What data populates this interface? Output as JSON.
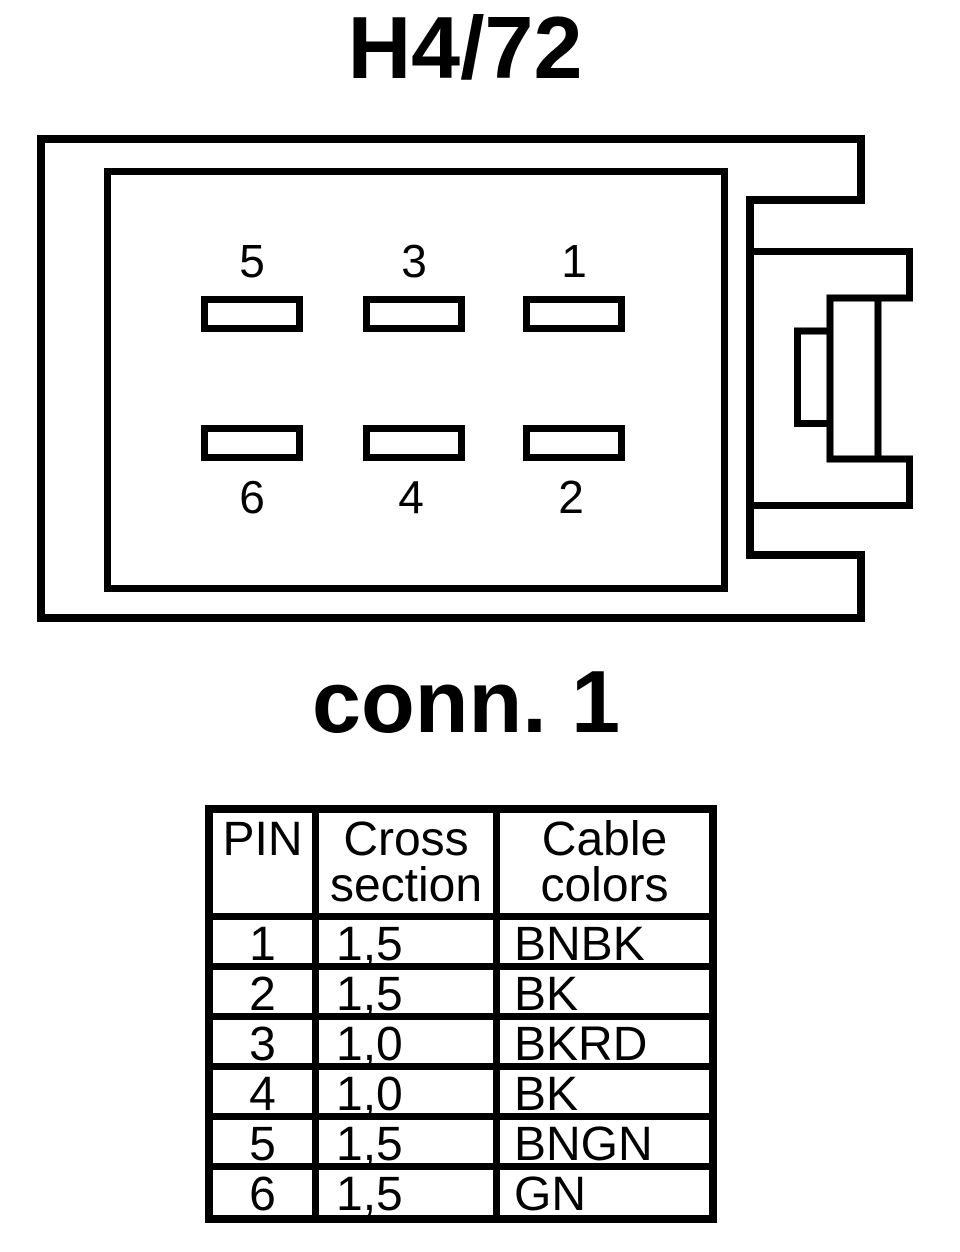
{
  "title": "H4/72",
  "connector": {
    "caption": "conn. 1",
    "pin_labels_top": [
      "5",
      "3",
      "1"
    ],
    "pin_labels_bottom": [
      "6",
      "4",
      "2"
    ]
  },
  "table": {
    "headers": {
      "pin": "PIN",
      "cross_section": "Cross section",
      "cable_colors": "Cable colors"
    },
    "rows": [
      {
        "pin": "1",
        "cross_section": "1,5",
        "cable_colors": "BNBK"
      },
      {
        "pin": "2",
        "cross_section": "1,5",
        "cable_colors": "BK"
      },
      {
        "pin": "3",
        "cross_section": "1,0",
        "cable_colors": "BKRD"
      },
      {
        "pin": "4",
        "cross_section": "1,0",
        "cable_colors": "BK"
      },
      {
        "pin": "5",
        "cross_section": "1,5",
        "cable_colors": "BNGN"
      },
      {
        "pin": "6",
        "cross_section": "1,5",
        "cable_colors": "GN"
      }
    ]
  },
  "colors": {
    "line": "#000000",
    "background": "#ffffff"
  }
}
